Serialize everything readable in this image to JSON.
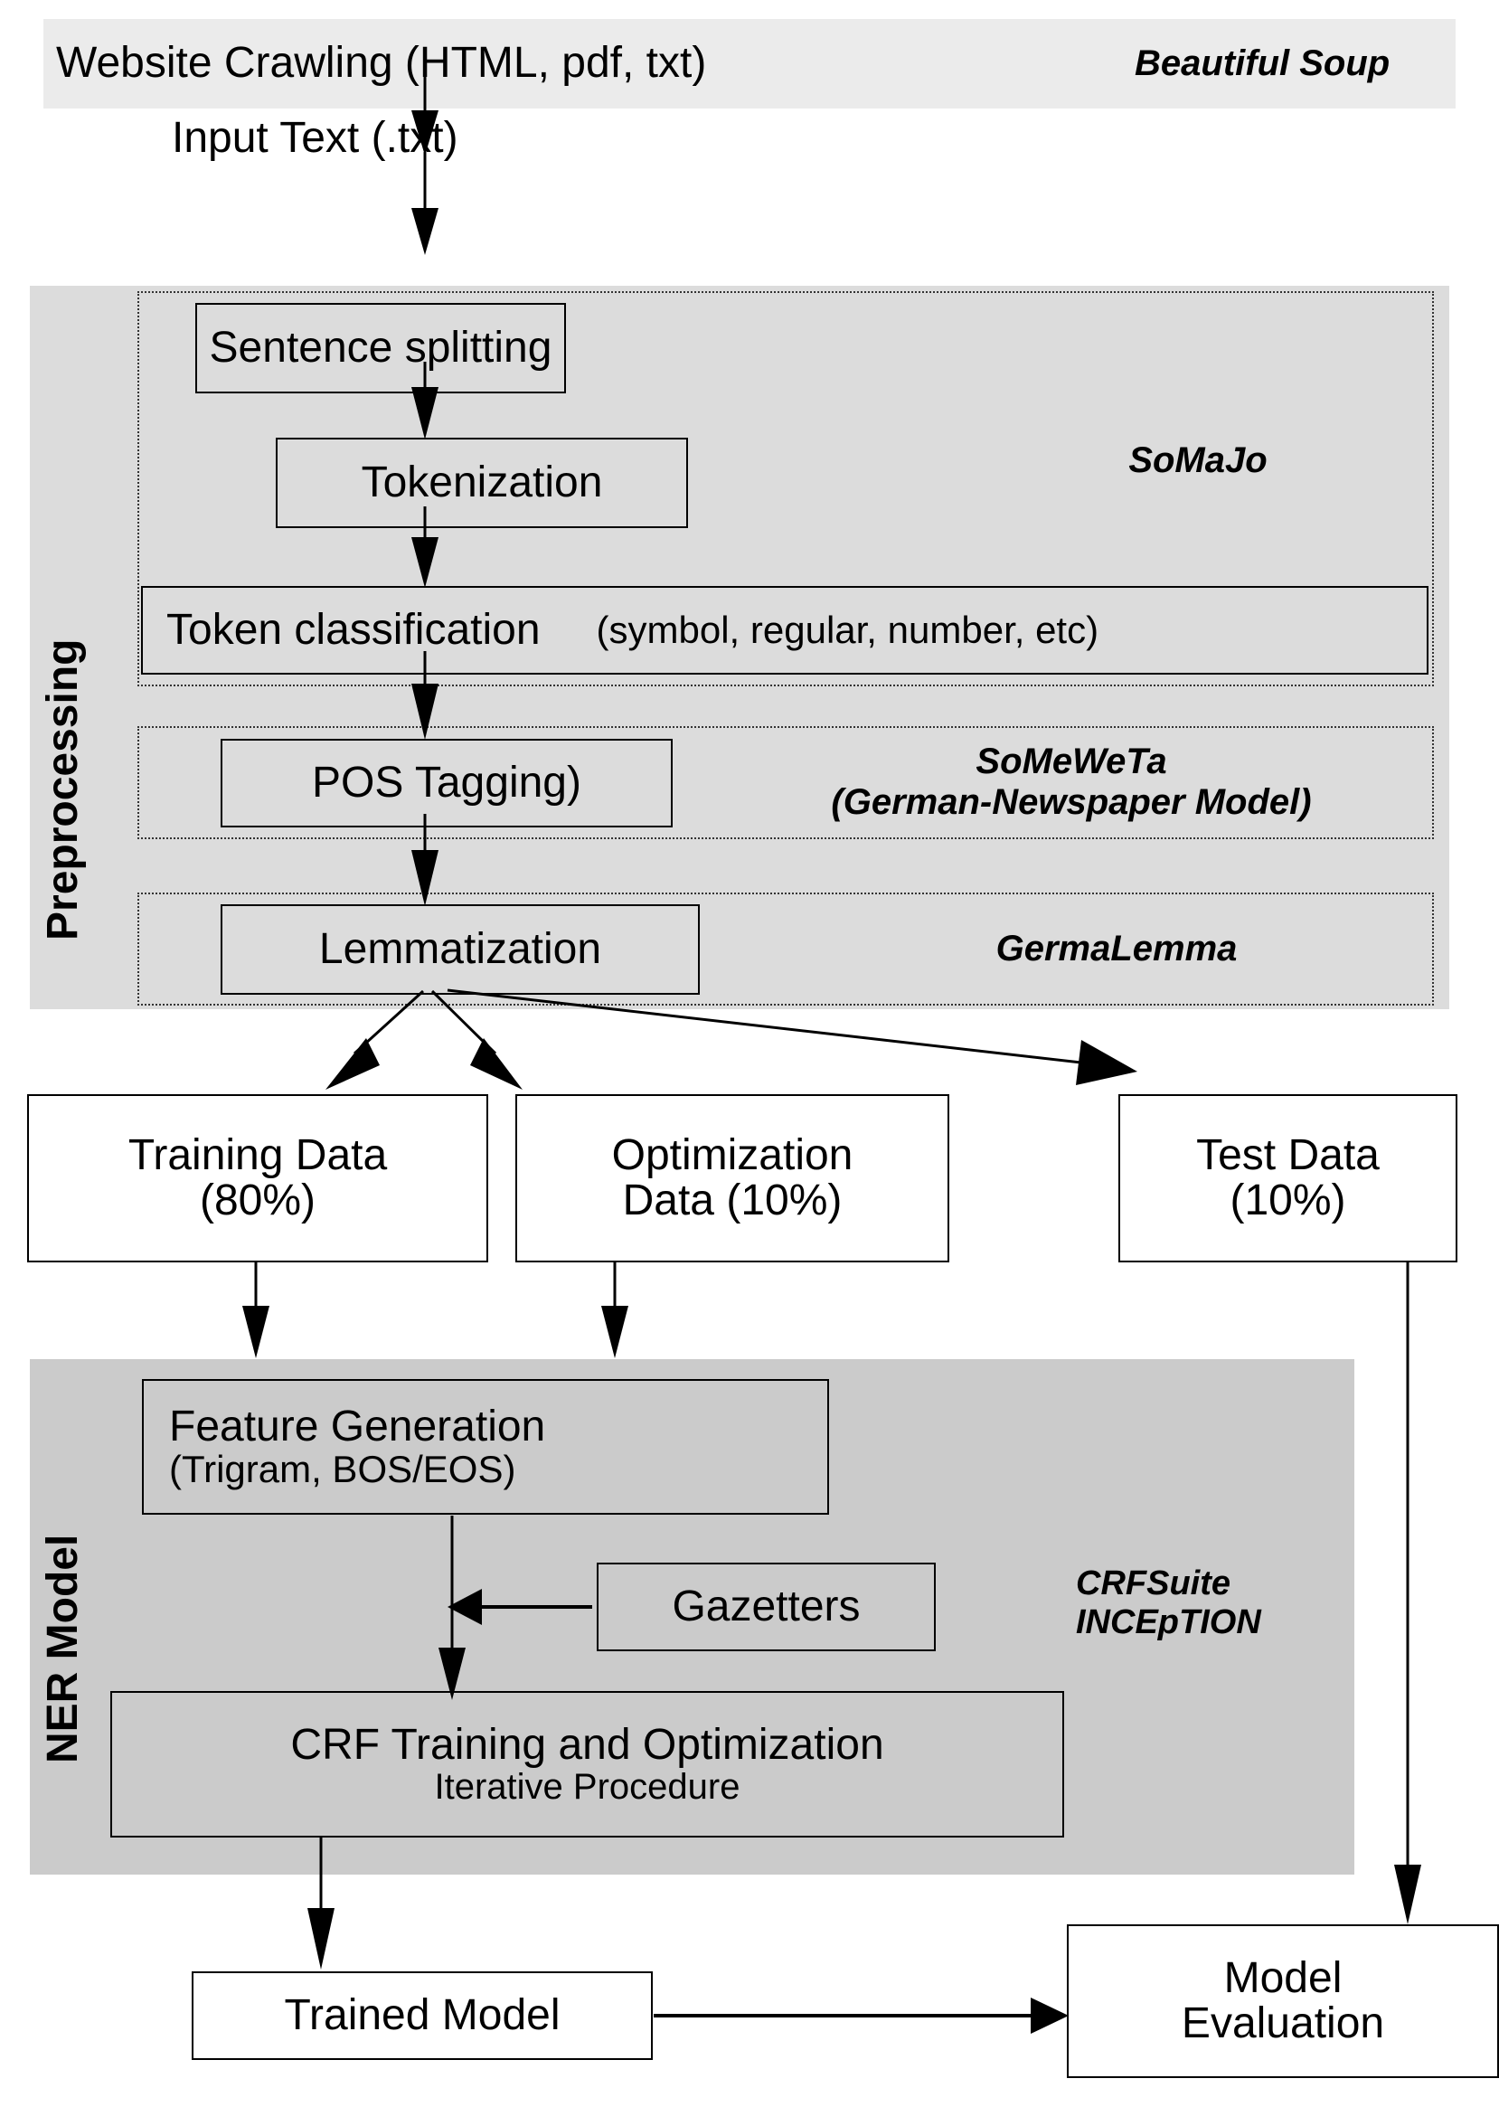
{
  "diagram": {
    "title": "NER Pipeline Flowchart",
    "colors": {
      "header_band": "#ebebeb",
      "preprocessing_band": "#dcdcdc",
      "ner_band": "#cbcbcb",
      "stroke": "#000000"
    }
  },
  "crawling": {
    "label": "Website Crawling (HTML, pdf, txt)",
    "tool": "Beautiful Soup"
  },
  "input_text": {
    "label": "Input Text (.txt)"
  },
  "preprocessing": {
    "section_label": "Preprocessing",
    "group_somajo": {
      "tool": "SoMaJo",
      "steps": [
        {
          "label": "Sentence splitting"
        },
        {
          "label": "Tokenization"
        },
        {
          "label": "Token classification",
          "note": "(symbol, regular, number, etc)"
        }
      ]
    },
    "group_someweta": {
      "tool_line1": "SoMeWeTa",
      "tool_line2": "(German-Newspaper Model)",
      "step": {
        "label": "POS Tagging)"
      }
    },
    "group_germalemma": {
      "tool": "GermaLemma",
      "step": {
        "label": "Lemmatization"
      }
    }
  },
  "splits": [
    {
      "line1": "Training Data",
      "line2": "(80%)"
    },
    {
      "line1": "Optimization",
      "line2": "Data (10%)"
    },
    {
      "line1": "Test Data",
      "line2": "(10%)"
    }
  ],
  "ner_model": {
    "section_label": "NER Model",
    "tools_line1": "CRFSuite",
    "tools_line2": "INCEpTION",
    "feature_generation": {
      "line1": "Feature Generation",
      "line2": "(Trigram, BOS/EOS)"
    },
    "gazetters": {
      "label": "Gazetters"
    },
    "crf_training": {
      "line1": "CRF Training and Optimization",
      "line2": "Iterative Procedure"
    }
  },
  "outputs": {
    "trained_model": {
      "label": "Trained Model"
    },
    "model_evaluation": {
      "line1": "Model",
      "line2": "Evaluation"
    }
  }
}
